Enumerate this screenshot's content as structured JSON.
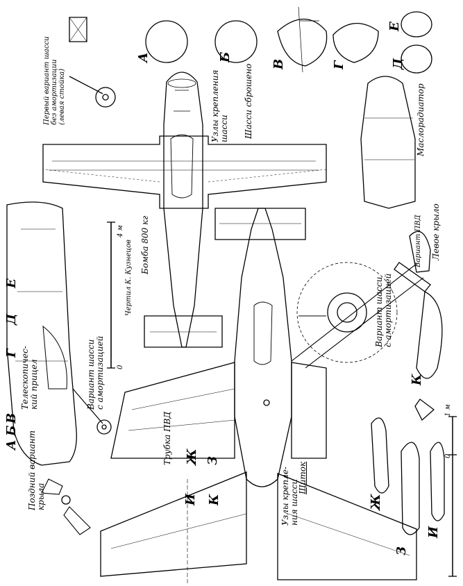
{
  "labels": {
    "early_gear": "Первый вариант шасси\nбез амортизации\n(левая стойка)",
    "telescopic_sight": "Телескопичес-\nкий прицел",
    "gear_with_shock": "Вариант шасси\nс амортизацией",
    "gear_with_shock_front": "Вариант шасси\nс амортизацией",
    "late_wing": "Поздний вариант\nкрыла",
    "pitot_tube": "Трубка ПВД",
    "bomb": "Бомба 800 кг",
    "draft_by": "Чертил К. Кузнецов",
    "gear_mounts_top": "Узлы крепления\nшасси",
    "gear_dropped": "Шасси сброшено",
    "gear_mounts_bottom": "Узлы крепле-\nния шасси",
    "flap": "Щиток",
    "oil_radiator": "Маслорадиатор",
    "pvd_variant": "Вариант ПВД",
    "left_wing": "Левое крыло"
  },
  "section_letters": [
    "А",
    "Б",
    "В",
    "Г",
    "Д",
    "Е",
    "Ж",
    "З",
    "И",
    "К"
  ],
  "scale_top": {
    "zero": "0",
    "max": "4 м"
  },
  "scale_bottom": {
    "zero": "0",
    "max": "1 м"
  }
}
